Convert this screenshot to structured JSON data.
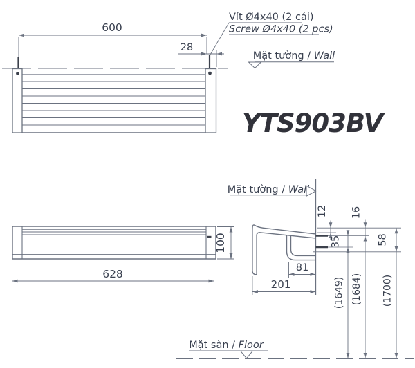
{
  "product_code": "YTS903BV",
  "labels": {
    "screw_line1": "Vít Ø4x40 (2 cái)",
    "screw_line2": "Screw Ø4x40 (2 pcs)",
    "wall_vi": "Mặt tường / ",
    "wall_en": "Wall",
    "floor_vi": "Mặt sàn / ",
    "floor_en": "Floor"
  },
  "dims": {
    "plan_width": "600",
    "plan_end_offset": "28",
    "front_length": "628",
    "front_height": "100",
    "side_top_to_plate": "12",
    "side_top_to_upper_screw": "16",
    "side_screw_spacing": "35",
    "side_bracket_height": "58",
    "side_hook_to_wall": "81",
    "side_depth": "201",
    "floor_to_lower_screw": "(1649)",
    "floor_to_upper_screw": "(1684)",
    "floor_to_shelf_top": "(1700)"
  },
  "colors": {
    "line": "#6b7280",
    "text": "#3a4150",
    "dark_accent": "#3c414c",
    "product_code": "#31323a",
    "background": "#ffffff"
  }
}
